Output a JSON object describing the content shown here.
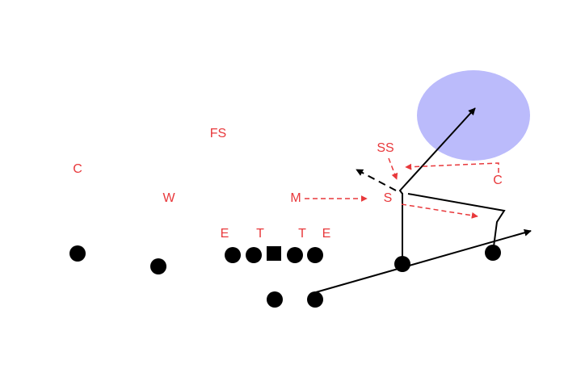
{
  "colors": {
    "offense": "#000000",
    "defense": "#e8383b",
    "zone": "#bbbbfb",
    "background": "#ffffff"
  },
  "defense_labels": {
    "free_safety": "FS",
    "strong_safety": "SS",
    "corner_left": "C",
    "corner_right": "C",
    "will": "W",
    "mike": "M",
    "sam": "S",
    "end_left": "E",
    "tackle_left": "T",
    "tackle_right": "T",
    "end_right": "E"
  },
  "offense_symbols": {
    "center": "square",
    "other_players": "circle"
  },
  "zone_shape": "ellipse"
}
